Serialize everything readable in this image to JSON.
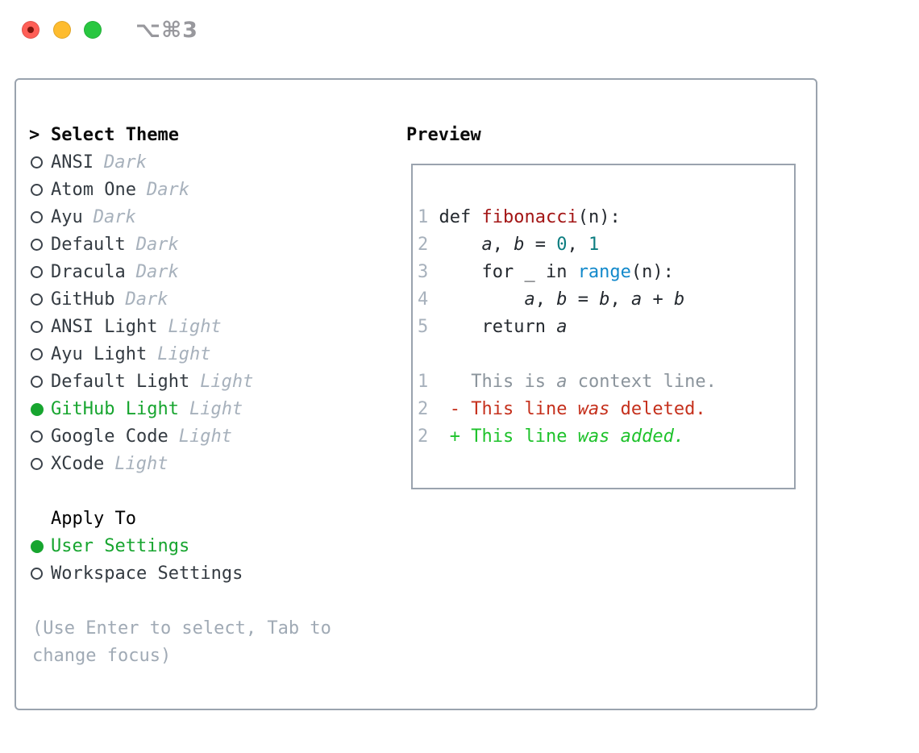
{
  "window": {
    "title": "⌥⌘3"
  },
  "palette": {
    "tl_red": "#ff5f57",
    "tl_red_dot": "#7e150d",
    "tl_yellow": "#febc2e",
    "tl_green": "#28c740",
    "border": "#9aa3ae",
    "item_name": "#343b42",
    "tag": "#a7b1bc",
    "sel_green": "#17a52f",
    "hint": "#a0aab5",
    "code": "#24292f",
    "lineno": "#a7b1bc",
    "kwred": "#a31515",
    "numteal": "#0c7d80",
    "fnblue": "#1289cb",
    "ctx": "#8b949c",
    "del": "#c5301c",
    "add": "#1ec22b"
  },
  "theme_picker": {
    "header": {
      "prefix": ">",
      "label": "Select Theme"
    },
    "themes": [
      {
        "name": "ANSI",
        "tag": "Dark",
        "selected": false
      },
      {
        "name": "Atom One",
        "tag": "Dark",
        "selected": false
      },
      {
        "name": "Ayu",
        "tag": "Dark",
        "selected": false
      },
      {
        "name": "Default",
        "tag": "Dark",
        "selected": false
      },
      {
        "name": "Dracula",
        "tag": "Dark",
        "selected": false
      },
      {
        "name": "GitHub",
        "tag": "Dark",
        "selected": false
      },
      {
        "name": "ANSI Light",
        "tag": "Light",
        "selected": false
      },
      {
        "name": "Ayu Light",
        "tag": "Light",
        "selected": false
      },
      {
        "name": "Default Light",
        "tag": "Light",
        "selected": false
      },
      {
        "name": "GitHub Light",
        "tag": "Light",
        "selected": true
      },
      {
        "name": "Google Code",
        "tag": "Light",
        "selected": false
      },
      {
        "name": "XCode",
        "tag": "Light",
        "selected": false
      }
    ],
    "apply_to": {
      "label": "Apply To",
      "options": [
        {
          "name": "User Settings",
          "selected": true
        },
        {
          "name": "Workspace Settings",
          "selected": false
        }
      ]
    },
    "hint": "(Use Enter to select, Tab to change focus)"
  },
  "preview": {
    "label": "Preview",
    "lines": [
      {
        "segments": [
          {
            "t": "1 ",
            "c": "lineno"
          },
          {
            "t": "def ",
            "c": "code"
          },
          {
            "t": "fibonacci",
            "c": "kwred"
          },
          {
            "t": "(n):",
            "c": "code"
          }
        ]
      },
      {
        "segments": [
          {
            "t": "2 ",
            "c": "lineno"
          },
          {
            "t": "    ",
            "c": "code"
          },
          {
            "t": "a",
            "c": "code",
            "i": true
          },
          {
            "t": ", ",
            "c": "code"
          },
          {
            "t": "b",
            "c": "code",
            "i": true
          },
          {
            "t": " = ",
            "c": "code"
          },
          {
            "t": "0",
            "c": "numteal"
          },
          {
            "t": ", ",
            "c": "code"
          },
          {
            "t": "1",
            "c": "numteal"
          }
        ]
      },
      {
        "segments": [
          {
            "t": "3 ",
            "c": "lineno"
          },
          {
            "t": "    for _ in ",
            "c": "code"
          },
          {
            "t": "range",
            "c": "fnblue"
          },
          {
            "t": "(n):",
            "c": "code"
          }
        ]
      },
      {
        "segments": [
          {
            "t": "4 ",
            "c": "lineno"
          },
          {
            "t": "        ",
            "c": "code"
          },
          {
            "t": "a",
            "c": "code",
            "i": true
          },
          {
            "t": ", ",
            "c": "code"
          },
          {
            "t": "b",
            "c": "code",
            "i": true
          },
          {
            "t": " = ",
            "c": "code"
          },
          {
            "t": "b",
            "c": "code",
            "i": true
          },
          {
            "t": ", ",
            "c": "code"
          },
          {
            "t": "a",
            "c": "code",
            "i": true
          },
          {
            "t": " + ",
            "c": "code"
          },
          {
            "t": "b",
            "c": "code",
            "i": true
          }
        ]
      },
      {
        "segments": [
          {
            "t": "5 ",
            "c": "lineno"
          },
          {
            "t": "    return ",
            "c": "code"
          },
          {
            "t": "a",
            "c": "code",
            "i": true
          }
        ]
      },
      {
        "segments": [
          {
            "t": " ",
            "c": "code"
          }
        ]
      },
      {
        "segments": [
          {
            "t": "1 ",
            "c": "lineno"
          },
          {
            "t": "   This is ",
            "c": "ctx"
          },
          {
            "t": "a",
            "c": "ctx",
            "i": true
          },
          {
            "t": " context line.",
            "c": "ctx"
          }
        ]
      },
      {
        "segments": [
          {
            "t": "2 ",
            "c": "lineno"
          },
          {
            "t": " - This line ",
            "c": "del"
          },
          {
            "t": "was",
            "c": "del",
            "i": true
          },
          {
            "t": " deleted.",
            "c": "del"
          }
        ]
      },
      {
        "segments": [
          {
            "t": "2 ",
            "c": "lineno"
          },
          {
            "t": " + This line ",
            "c": "add"
          },
          {
            "t": "was added.",
            "c": "add",
            "i": true
          }
        ]
      }
    ]
  }
}
